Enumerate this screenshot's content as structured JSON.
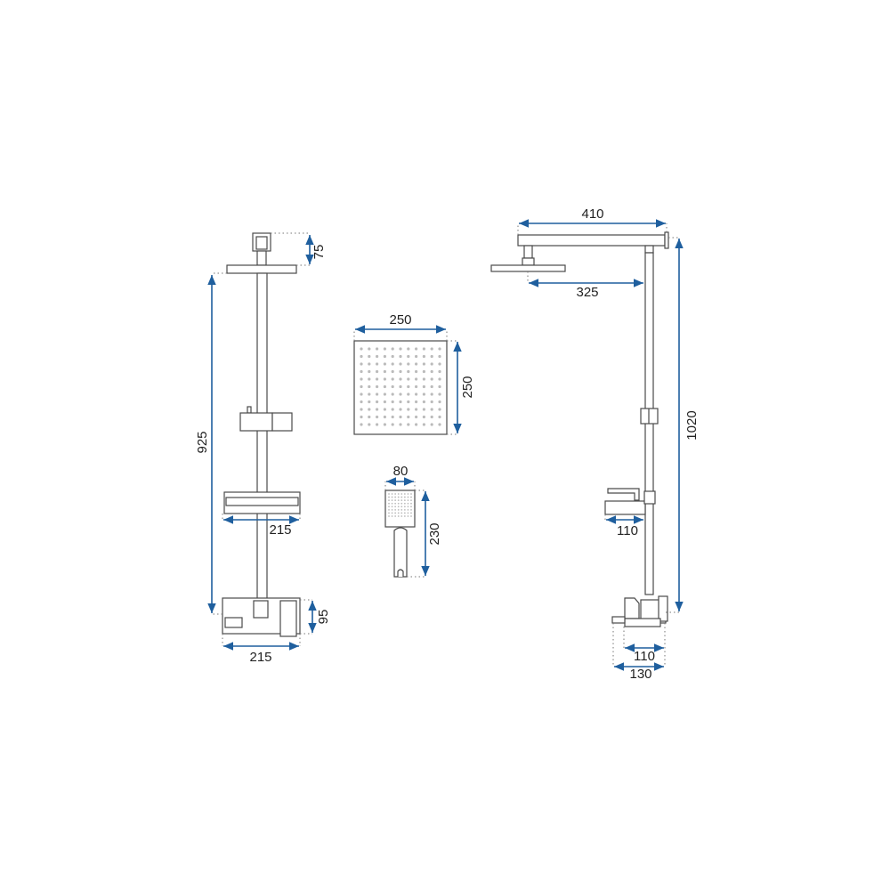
{
  "colors": {
    "dimension": "#1f5f9e",
    "outline": "#4a4a4a",
    "background": "#ffffff"
  },
  "front_view": {
    "head_height": "75",
    "column_height": "925",
    "shelf_width": "215",
    "mixer_height": "95",
    "mixer_width": "215"
  },
  "rain_shower": {
    "width": "250",
    "height": "250",
    "nozzle_grid": [
      11,
      11
    ]
  },
  "hand_shower": {
    "width": "80",
    "height": "230",
    "nozzle_grid": [
      8,
      8
    ]
  },
  "side_view": {
    "arm_length": "410",
    "head_offset": "325",
    "column_height": "1020",
    "shelf_depth": "110",
    "mixer_depth": "110",
    "spout_depth": "130"
  }
}
